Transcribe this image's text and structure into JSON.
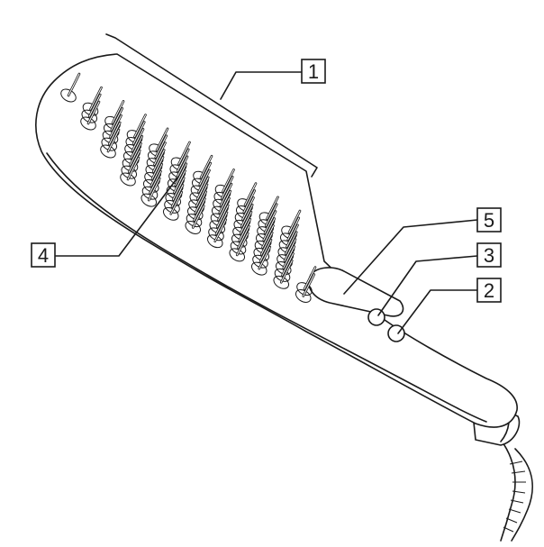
{
  "diagram": {
    "callouts": [
      {
        "id": "brush-head",
        "label": "1"
      },
      {
        "id": "button-lower",
        "label": "2"
      },
      {
        "id": "button-upper",
        "label": "3"
      },
      {
        "id": "bristles",
        "label": "4"
      },
      {
        "id": "display",
        "label": "5"
      }
    ]
  },
  "colors": {
    "line": "#1a1a1a",
    "background": "#ffffff"
  }
}
